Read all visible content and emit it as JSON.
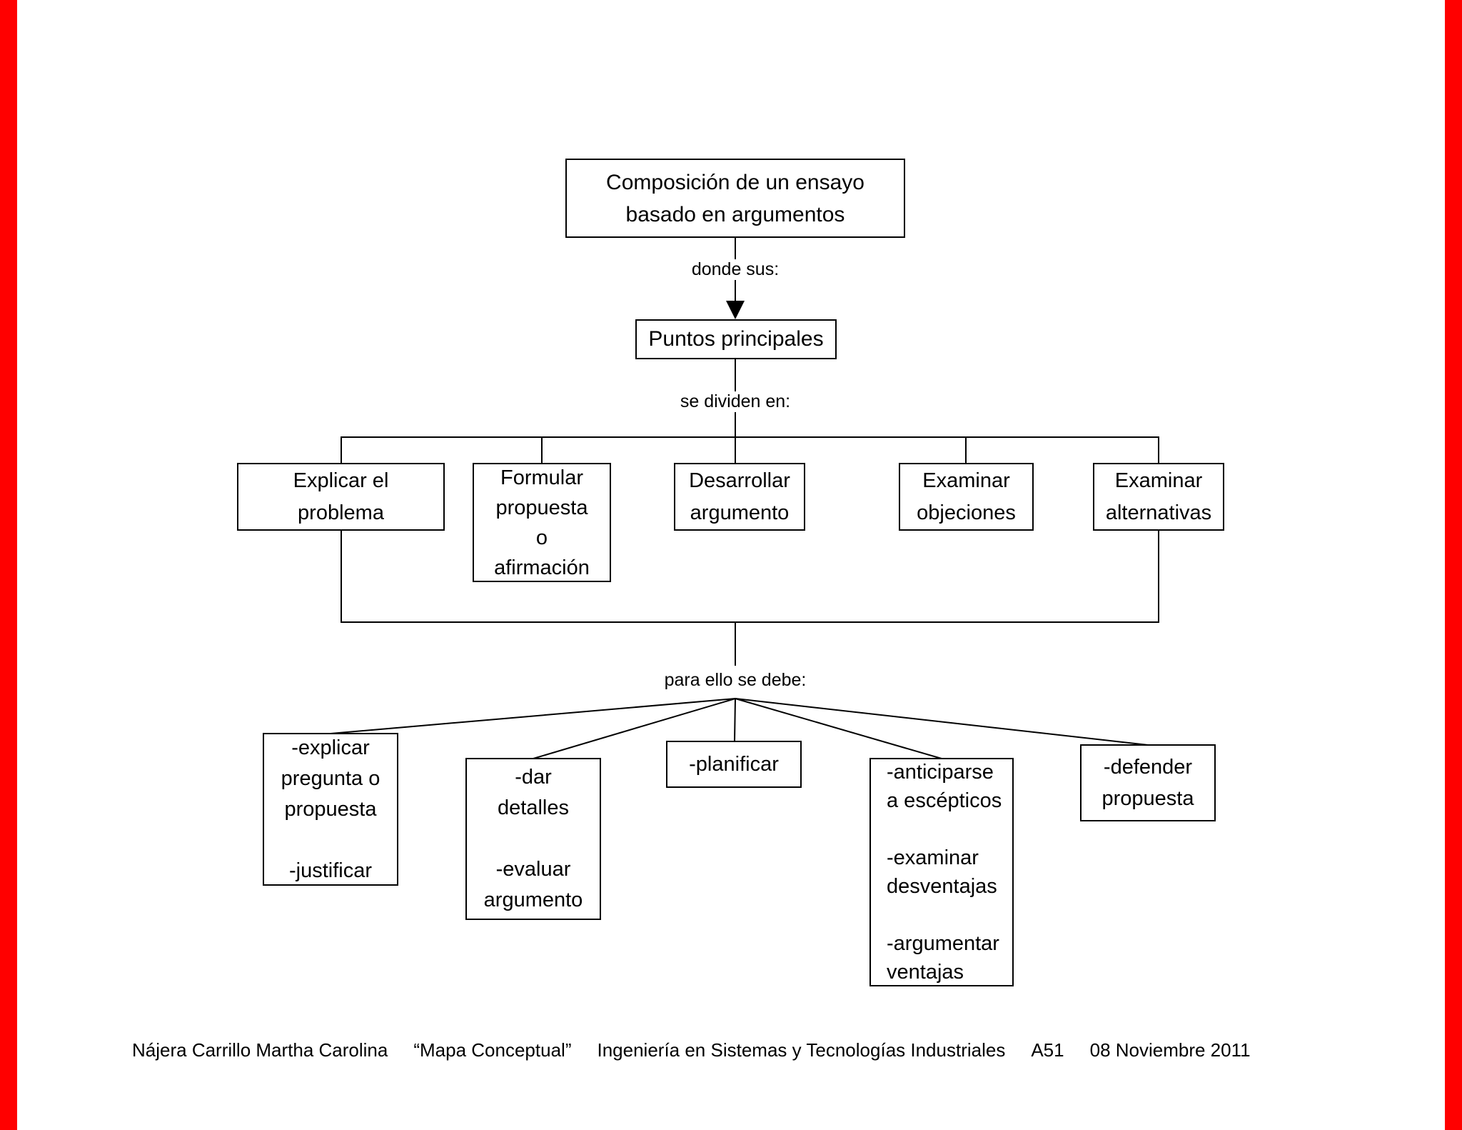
{
  "colors": {
    "edge_bar": "#ff0000",
    "line": "#000000",
    "background": "#ffffff",
    "text": "#000000"
  },
  "diagram": {
    "root_box": {
      "lines": [
        "Composición de un ensayo",
        "basado en argumentos"
      ]
    },
    "connector_labels": {
      "donde_sus": "donde sus:",
      "se_dividen": "se dividen en:",
      "para_ello": "para ello se debe:"
    },
    "main_points_box": {
      "label": "Puntos principales"
    },
    "branch_boxes": [
      {
        "lines": [
          "Explicar el",
          "problema"
        ]
      },
      {
        "lines": [
          "Formular",
          "propuesta",
          "o",
          "afirmación"
        ]
      },
      {
        "lines": [
          "Desarrollar",
          "argumento"
        ]
      },
      {
        "lines": [
          "Examinar",
          "objeciones"
        ]
      },
      {
        "lines": [
          "Examinar",
          "alternativas"
        ]
      }
    ],
    "action_boxes": [
      {
        "lines": [
          "-explicar",
          "pregunta o",
          "propuesta",
          "",
          "-justificar"
        ]
      },
      {
        "lines": [
          "-dar",
          "detalles",
          "",
          "-evaluar",
          "argumento"
        ]
      },
      {
        "lines": [
          "-planificar"
        ]
      },
      {
        "lines": [
          "-anticiparse",
          "a escépticos",
          "",
          "-examinar",
          "desventajas",
          "",
          "-argumentar",
          "ventajas"
        ]
      },
      {
        "lines": [
          "-defender",
          "propuesta"
        ]
      }
    ]
  },
  "footer": {
    "segments": [
      "Nájera Carrillo Martha Carolina",
      "“Mapa Conceptual”",
      "Ingeniería en Sistemas y Tecnologías Industriales",
      "A51",
      "08 Noviembre 2011"
    ]
  }
}
